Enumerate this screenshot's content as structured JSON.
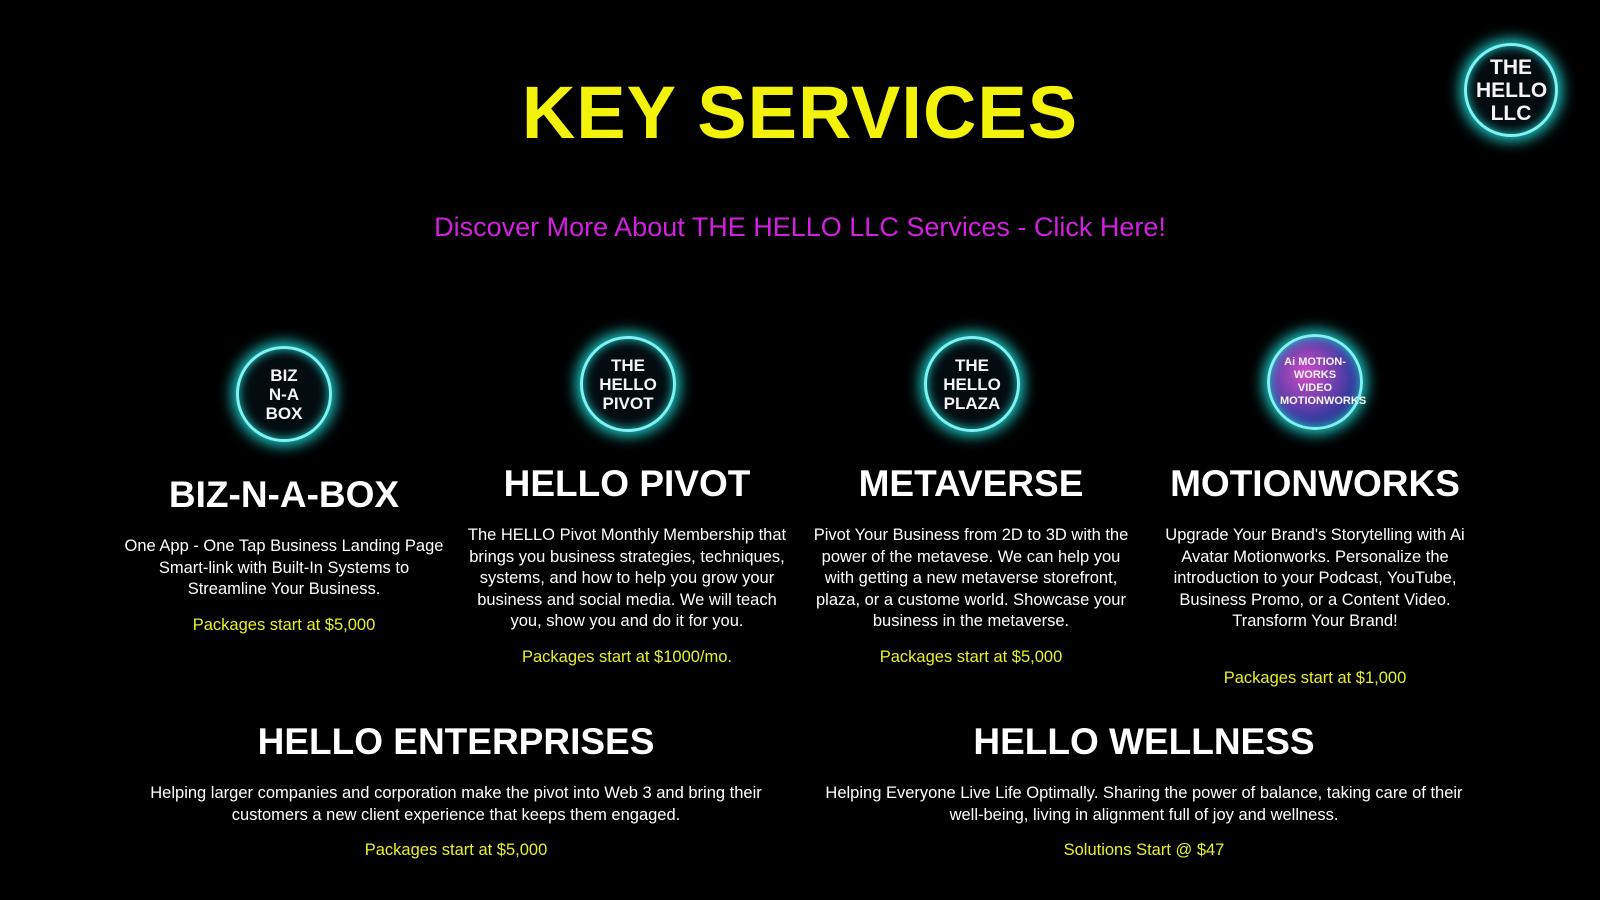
{
  "title": "KEY SERVICES",
  "link": "Discover More About THE HELLO LLC Services - Click Here!",
  "brand_logo": "THE HELLO LLC",
  "colors": {
    "title": "#f2f20a",
    "link": "#d21fe0",
    "package": "#e8f02a",
    "glow": "#1fc9c9"
  },
  "services": [
    {
      "logo": "BIZ N-A BOX",
      "name": "BIZ-N-A-BOX",
      "desc": "One App - One Tap Business Landing Page Smart-link with Built-In Systems to Streamline Your Business.",
      "price": "Packages start at $5,000"
    },
    {
      "logo": "THE HELLO PIVOT",
      "name": "HELLO PIVOT",
      "desc": "The HELLO Pivot Monthly Membership that brings you business strategies, techniques, systems, and how to help you grow your business and social media. We will teach you, show you and do it for you.",
      "price": "Packages start at $1000/mo."
    },
    {
      "logo": "THE HELLO PLAZA",
      "name": "METAVERSE",
      "desc": "Pivot Your Business from 2D to 3D with the power of the metavese. We can help you with getting a new metaverse storefront, plaza, or a custome world. Showcase your business in the metaverse.",
      "price": "Packages start at $5,000"
    },
    {
      "logo": "Ai MOTION-WORKS VIDEO MOTIONWORKS",
      "name": "MOTIONWORKS",
      "desc": "Upgrade Your Brand's Storytelling with Ai Avatar Motionworks. Personalize the introduction to your Podcast, YouTube, Business Promo, or a Content Video. Transform Your Brand!",
      "price": "Packages start at $1,000"
    }
  ],
  "wide": [
    {
      "name": "HELLO ENTERPRISES",
      "desc": "Helping larger companies and corporation make the pivot into Web 3 and bring their customers a new client experience that keeps them engaged.",
      "price": "Packages start at $5,000"
    },
    {
      "name": "HELLO WELLNESS",
      "desc": "Helping Everyone Live Life Optimally. Sharing the power of balance, taking care of their well-being, living in alignment full of joy and wellness.",
      "price": "Solutions Start @ $47"
    }
  ]
}
